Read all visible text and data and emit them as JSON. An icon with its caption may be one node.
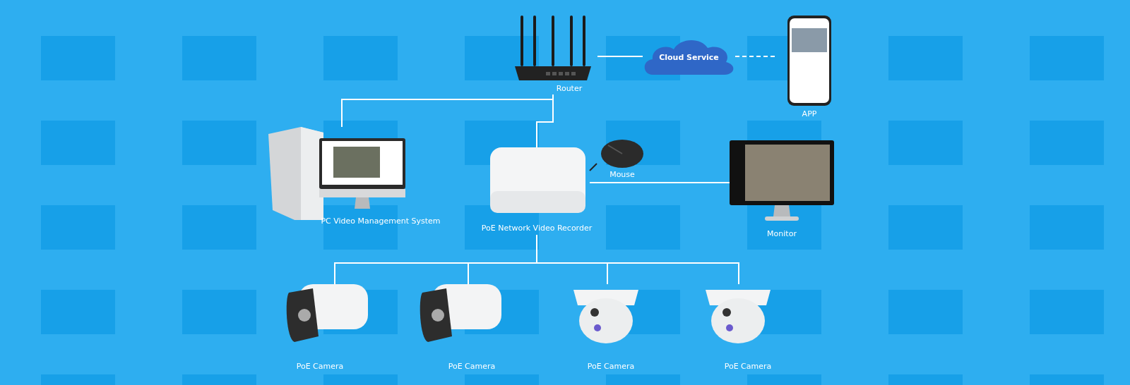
{
  "diagram": {
    "nodes": [
      {
        "text": [
          "Router"
        ]
      },
      {
        "text": [
          "Cloud Service"
        ]
      },
      {
        "text": [
          "APP"
        ]
      },
      {
        "text": [
          "PC Video Management System"
        ]
      },
      {
        "text": [
          "PoE Network Video Recorder"
        ]
      },
      {
        "text": [
          "Mouse"
        ]
      },
      {
        "text": [
          "Monitor"
        ]
      },
      {
        "text": [
          "PoE Camera"
        ]
      },
      {
        "text": [
          "PoE Camera"
        ]
      },
      {
        "text": [
          "PoE Camera"
        ]
      },
      {
        "text": [
          "PoE Camera"
        ]
      }
    ],
    "edges": [
      {
        "from": 0,
        "to": 1,
        "arrow": "none"
      },
      {
        "from": 1,
        "to": 2,
        "arrow": "none",
        "style": "dashed"
      },
      {
        "from": 0,
        "to": 3,
        "arrow": "none"
      },
      {
        "from": 0,
        "to": 4,
        "arrow": "none"
      },
      {
        "from": 5,
        "to": 4,
        "arrow": "none",
        "color": "#222222"
      },
      {
        "from": 4,
        "to": 6,
        "arrow": "none"
      },
      {
        "from": 4,
        "to": 7,
        "arrow": "none"
      },
      {
        "from": 4,
        "to": 8,
        "arrow": "none"
      },
      {
        "from": 4,
        "to": 9,
        "arrow": "none"
      },
      {
        "from": 4,
        "to": 10,
        "arrow": "none"
      }
    ]
  }
}
